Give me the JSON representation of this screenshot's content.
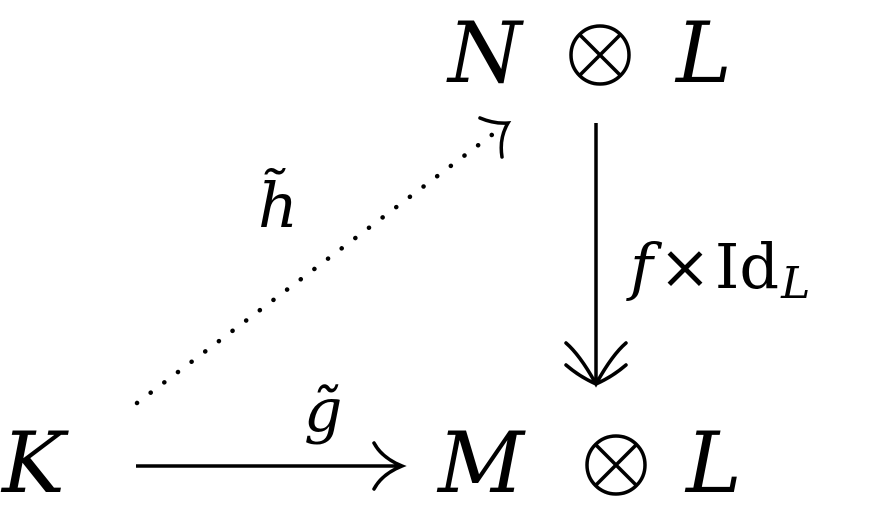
{
  "diagram": {
    "nodes": {
      "top_right": {
        "left": "N",
        "op": "⊗",
        "right": "L"
      },
      "bottom_right": {
        "left": "M",
        "op": "⊗",
        "right": "L"
      },
      "bottom_left": {
        "label": "K"
      }
    },
    "edges": {
      "vertical": {
        "f": "f",
        "times": "×",
        "id": "Id",
        "sub": "L",
        "style": "two-headed-solid"
      },
      "horizontal": {
        "label": "g̃",
        "style": "solid"
      },
      "diagonal": {
        "label": "h̃",
        "style": "dotted"
      }
    }
  }
}
